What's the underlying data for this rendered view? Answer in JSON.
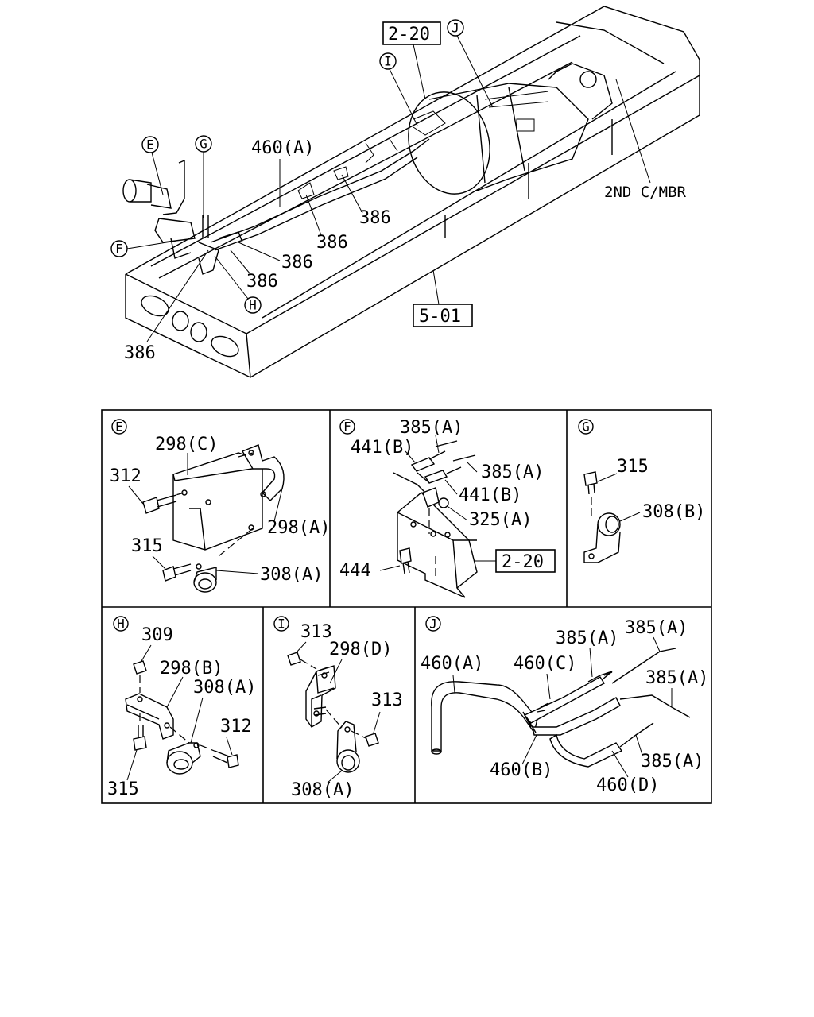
{
  "overview": {
    "callouts": {
      "E": "E",
      "G": "G",
      "F": "F",
      "H": "H",
      "I": "I",
      "J": "J"
    },
    "labels": {
      "pipe_460a": "460(A)",
      "clip_386_a": "386",
      "clip_386_b": "386",
      "clip_386_c": "386",
      "clip_386_d": "386",
      "clip_386_e": "386",
      "member_2nd": "2ND C/MBR"
    },
    "refs": {
      "top": "2-20",
      "frame": "5-01"
    }
  },
  "panels": {
    "E": {
      "letter": "E",
      "labels": [
        "298(C)",
        "312",
        "298(A)",
        "315",
        "308(A)"
      ]
    },
    "F": {
      "letter": "F",
      "labels": [
        "385(A)",
        "441(B)",
        "385(A)",
        "441(B)",
        "325(A)",
        "444"
      ],
      "ref": "2-20"
    },
    "G": {
      "letter": "G",
      "labels": [
        "315",
        "308(B)"
      ]
    },
    "H": {
      "letter": "H",
      "labels": [
        "309",
        "298(B)",
        "308(A)",
        "312",
        "315"
      ]
    },
    "I": {
      "letter": "I",
      "labels": [
        "313",
        "298(D)",
        "313",
        "308(A)"
      ]
    },
    "J": {
      "letter": "J",
      "labels": [
        "460(A)",
        "460(C)",
        "385(A)",
        "385(A)",
        "385(A)",
        "460(B)",
        "460(D)",
        "385(A)"
      ]
    }
  }
}
